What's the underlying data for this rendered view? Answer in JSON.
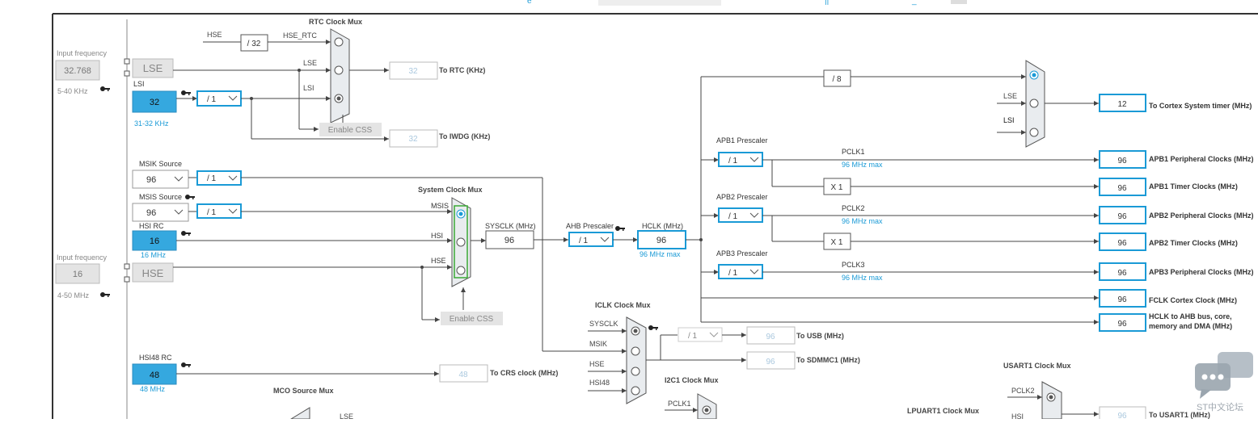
{
  "toolbar": {},
  "left": {
    "input_freq_label_1": "Input frequency",
    "input_freq_value_1": "32.768",
    "input_freq_range_1": "5-40 KHz",
    "input_freq_label_2": "Input frequency",
    "input_freq_value_2": "16",
    "input_freq_range_2": "4-50 MHz"
  },
  "sources": {
    "lse": "LSE",
    "lsi_label": "LSI",
    "lsi_value": "32",
    "lsi_range": "31-32 KHz",
    "lsi_div": "/ 1",
    "msik_source": "MSIK Source",
    "msik_value": "96",
    "msik_div": "/ 1",
    "msis_source": "MSIS Source",
    "msis_value": "96",
    "msis_div": "/ 1",
    "hsi_label": "HSI RC",
    "hsi_value": "16",
    "hsi_range": "16 MHz",
    "hse": "HSE",
    "hsi48_label": "HSI48 RC",
    "hsi48_value": "48",
    "hsi48_range": "48 MHz"
  },
  "rtc": {
    "title": "RTC Clock Mux",
    "hse": "HSE",
    "hse_div": "/ 32",
    "hse_rtc": "HSE_RTC",
    "lse": "LSE",
    "lsi": "LSI",
    "rtc_value": "32",
    "rtc_label": "To RTC (KHz)",
    "enable_css": "Enable CSS",
    "iwdg_value": "32",
    "iwdg_label": "To IWDG (KHz)"
  },
  "sysmux": {
    "title": "System Clock Mux",
    "msis": "MSIS",
    "hsi": "HSI",
    "hse": "HSE",
    "sysclk_label": "SYSCLK (MHz)",
    "sysclk_value": "96",
    "enable_css": "Enable CSS"
  },
  "ahb": {
    "label": "AHB Prescaler",
    "div": "/ 1",
    "hclk_label": "HCLK (MHz)",
    "hclk_value": "96",
    "hclk_max": "96 MHz max"
  },
  "apb": {
    "apb1_label": "APB1 Prescaler",
    "apb1_div": "/ 1",
    "pclk1": "PCLK1",
    "pclk1_max": "96 MHz max",
    "x1_a": "X 1",
    "apb2_label": "APB2 Prescaler",
    "apb2_div": "/ 1",
    "pclk2": "PCLK2",
    "pclk2_max": "96 MHz max",
    "x1_b": "X 1",
    "apb3_label": "APB3 Prescaler",
    "apb3_div": "/ 1",
    "pclk3": "PCLK3",
    "pclk3_max": "96 MHz max"
  },
  "systick": {
    "div8": "/ 8",
    "lse": "LSE",
    "lsi": "LSI",
    "value": "12",
    "label": "To Cortex System timer (MHz)"
  },
  "outputs": [
    {
      "value": "96",
      "label": "APB1 Peripheral Clocks (MHz)"
    },
    {
      "value": "96",
      "label": "APB1 Timer Clocks (MHz)"
    },
    {
      "value": "96",
      "label": "APB2 Peripheral Clocks (MHz)"
    },
    {
      "value": "96",
      "label": "APB2 Timer Clocks (MHz)"
    },
    {
      "value": "96",
      "label": "APB3 Peripheral Clocks (MHz)"
    },
    {
      "value": "96",
      "label": "FCLK Cortex Clock (MHz)"
    },
    {
      "value": "96",
      "label_1": "HCLK to AHB bus, core,",
      "label_2": "memory and DMA (MHz)"
    }
  ],
  "iclk": {
    "title": "ICLK Clock Mux",
    "sysclk": "SYSCLK",
    "msik": "MSIK",
    "hse": "HSE",
    "hsi48": "HSI48",
    "div": "/ 1",
    "usb_value": "96",
    "usb_label": "To USB (MHz)",
    "sdmmc_value": "96",
    "sdmmc_label": "To SDMMC1 (MHz)"
  },
  "crs": {
    "value": "48",
    "label": "To CRS clock (MHz)"
  },
  "bottom": {
    "mco": "MCO Source Mux",
    "mco_lse": "LSE",
    "i2c1": "I2C1 Clock Mux",
    "i2c1_pclk1": "PCLK1",
    "lpuart1": "LPUART1 Clock Mux",
    "usart1": "USART1 Clock Mux",
    "usart1_pclk2": "PCLK2",
    "usart1_hsi": "HSI",
    "usart1_value": "96",
    "usart1_label": "To USART1 (MHz)"
  },
  "watermark": "ST中文论坛",
  "colors": {
    "accent": "#1a9ad6",
    "filled": "#35a8df",
    "line": "#444444",
    "grey_box": "#e4e4e4",
    "active_green": "#3aaa35"
  }
}
